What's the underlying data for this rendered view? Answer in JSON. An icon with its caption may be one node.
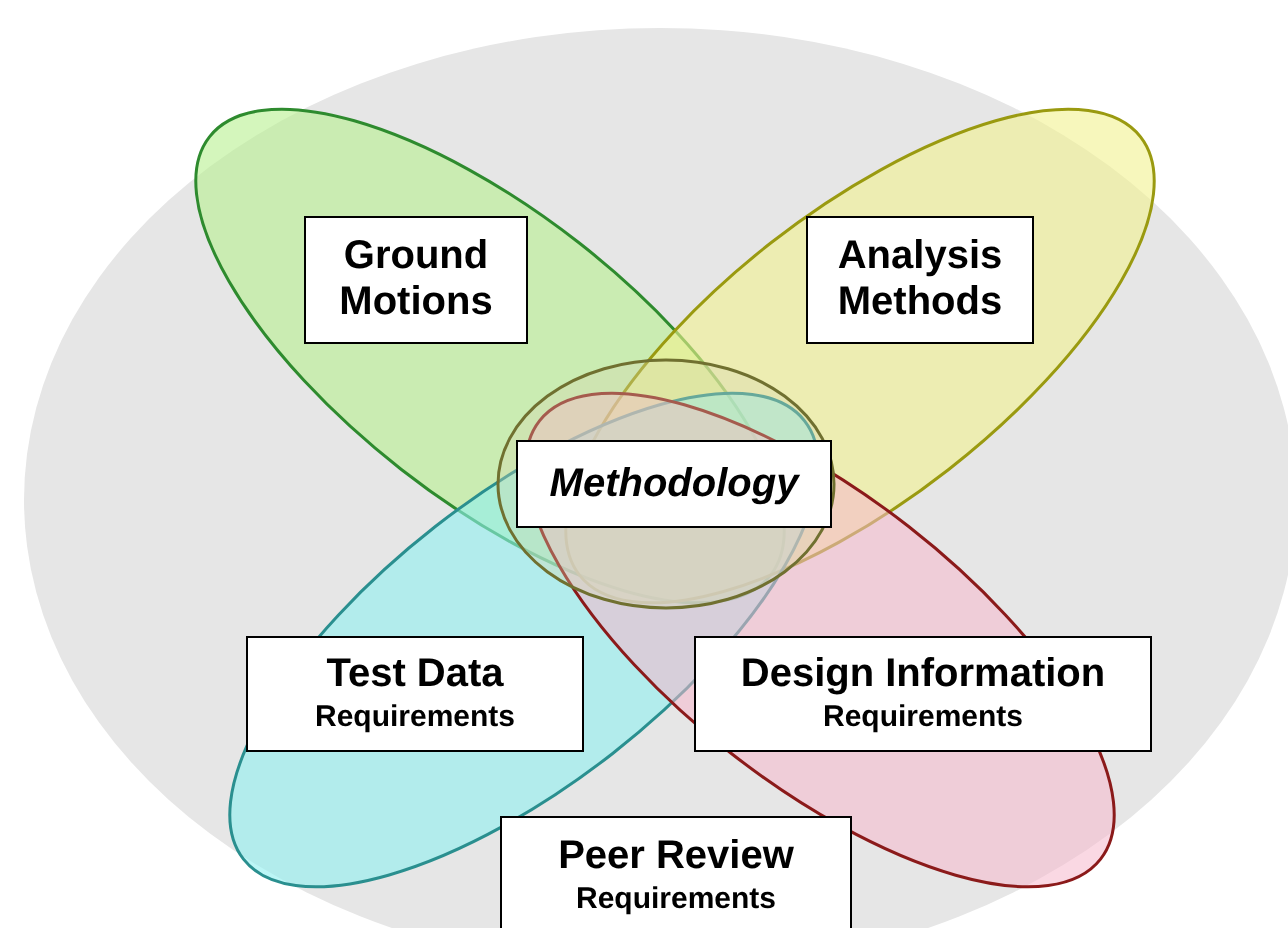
{
  "diagram": {
    "nodes": [
      {
        "text": [
          "Ground Motions"
        ]
      },
      {
        "text": [
          "Analysis Methods"
        ]
      },
      {
        "text": [
          "Methodology"
        ]
      },
      {
        "text": [
          "Test Data",
          "Requirements"
        ]
      },
      {
        "text": [
          "Design Information",
          "Requirements"
        ]
      },
      {
        "text": [
          "Peer Review",
          "Requirements"
        ]
      }
    ],
    "edges": []
  }
}
